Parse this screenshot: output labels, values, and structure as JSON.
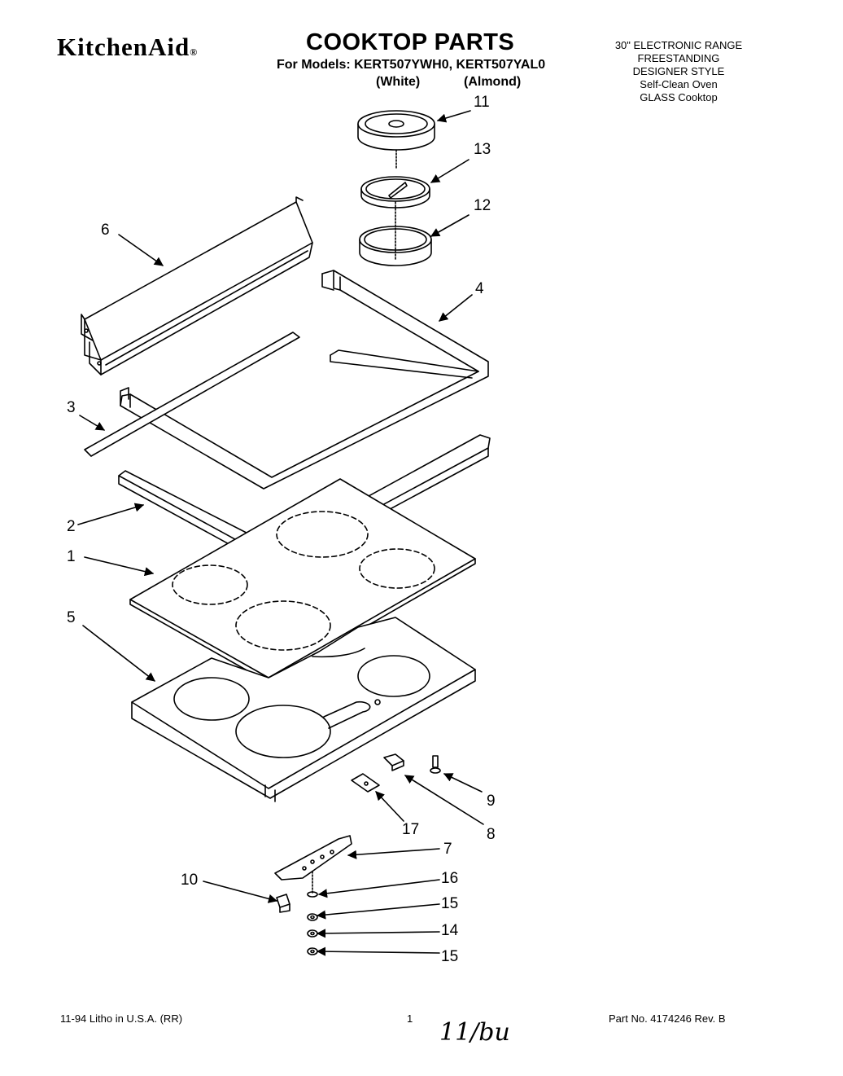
{
  "header": {
    "brand": "KitchenAid",
    "title": "COOKTOP PARTS",
    "models_line": "For Models: KERT507YWH0, KERT507YAL0",
    "variant_white": "(White)",
    "variant_almond": "(Almond)"
  },
  "description": [
    "30\" ELECTRONIC RANGE",
    "FREESTANDING",
    "DESIGNER STYLE",
    "Self-Clean Oven",
    "GLASS Cooktop"
  ],
  "callouts": [
    "11",
    "13",
    "12",
    "6",
    "4",
    "3",
    "2",
    "1",
    "5",
    "9",
    "8",
    "17",
    "7",
    "16",
    "10",
    "15",
    "14",
    "15"
  ],
  "footer": {
    "left": "11-94 Litho in U.S.A. (RR)",
    "page": "1",
    "right": "Part No. 4174246 Rev. B",
    "handwritten": "11/bu"
  }
}
